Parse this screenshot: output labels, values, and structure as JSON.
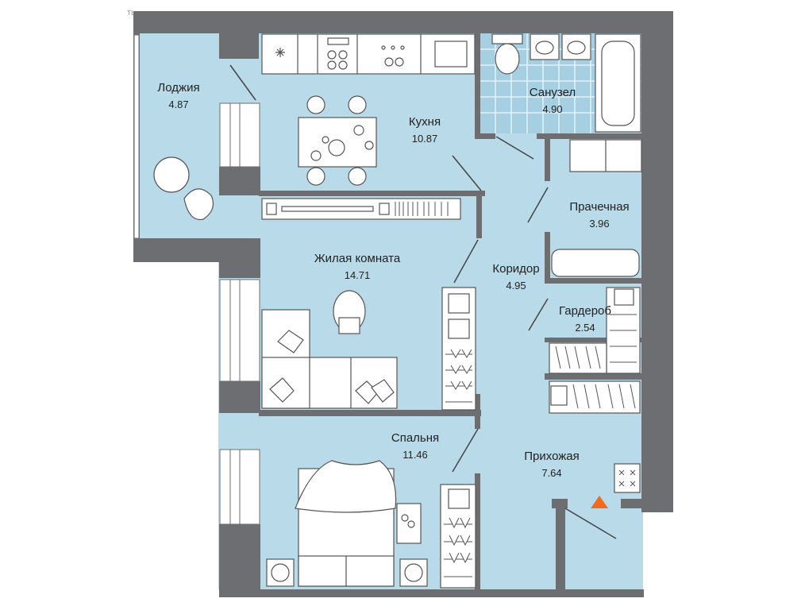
{
  "corner_text": "ть",
  "rooms": [
    {
      "id": "loggia",
      "name": "Лоджия",
      "area": "4.87"
    },
    {
      "id": "kitchen",
      "name": "Кухня",
      "area": "10.87"
    },
    {
      "id": "bathroom",
      "name": "Санузел",
      "area": "4.90"
    },
    {
      "id": "laundry",
      "name": "Прачечная",
      "area": "3.96"
    },
    {
      "id": "living",
      "name": "Жилая комната",
      "area": "14.71"
    },
    {
      "id": "corridor",
      "name": "Коридор",
      "area": "4.95"
    },
    {
      "id": "wardrobe",
      "name": "Гардероб",
      "area": "2.54"
    },
    {
      "id": "bedroom",
      "name": "Спальня",
      "area": "11.46"
    },
    {
      "id": "hallway",
      "name": "Прихожая",
      "area": "7.64"
    }
  ],
  "colors": {
    "wall": "#6d6e71",
    "floor": "#b9dbe9",
    "tile": "#a6cfe2",
    "furniture": "#ffffff",
    "outline": "#555555",
    "entrance": "#f26b1d"
  }
}
